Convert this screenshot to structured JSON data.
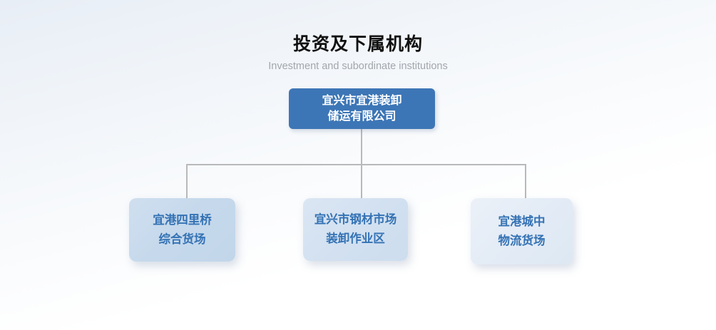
{
  "header": {
    "title": "投资及下属机构",
    "subtitle": "Investment and subordinate institutions"
  },
  "org_chart": {
    "root": {
      "line1": "宜兴市宜港装卸",
      "line2": "储运有限公司"
    },
    "children": [
      {
        "line1": "宜港四里桥",
        "line2": "综合货场"
      },
      {
        "line1": "宜兴市钢材市场",
        "line2": "装卸作业区"
      },
      {
        "line1": "宜港城中",
        "line2": "物流货场"
      }
    ]
  },
  "colors": {
    "root_box_bg": "#3d76b6",
    "root_box_text": "#ffffff",
    "child_box_text": "#3472b4",
    "child_box_bg_left": "#c6d9ec",
    "child_box_bg_middle": "#d3e1f1",
    "child_box_bg_right": "#e4ecf6",
    "connector_line": "#b7b9ba",
    "title_text": "#111111",
    "subtitle_text": "#a2a7ad",
    "background_top": "#e8eef6",
    "background_bottom": "#ffffff"
  }
}
